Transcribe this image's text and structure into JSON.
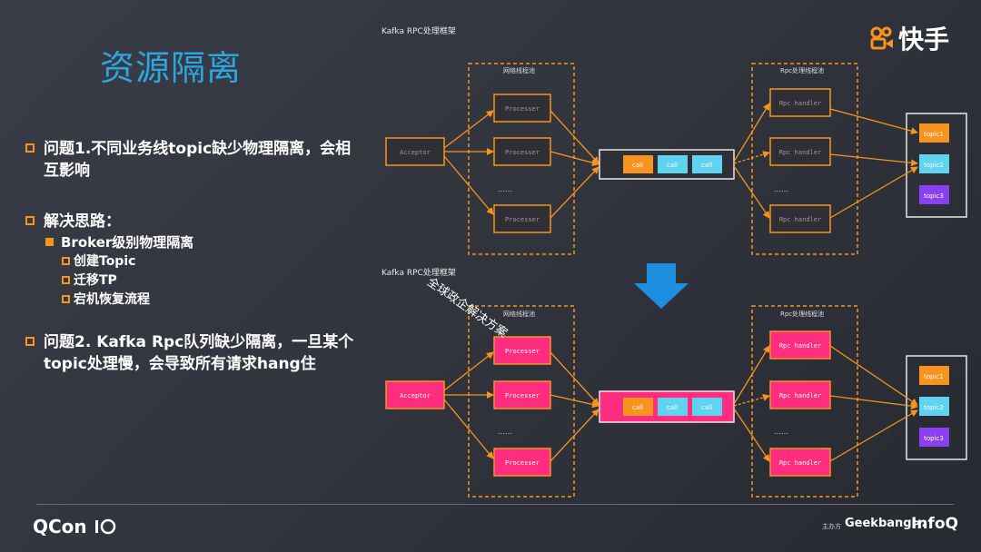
{
  "slide": {
    "title": "资源隔离",
    "logo_text": "快手",
    "bullets": {
      "q1": "问题1.不同业务线topic缺少物理隔离，会相互影响",
      "approach": "解决思路：",
      "broker": "Broker级别物理隔离",
      "sub": [
        "创建Topic",
        "迁移TP",
        "宕机恢复流程"
      ],
      "q2": "问题2. Kafka Rpc队列缺少隔离，一旦某个topic处理慢，会导致所有请求hang住"
    },
    "rotated_note": "全球政企解决方案",
    "footer": {
      "qcon": "QCon",
      "sponsor": "主办方",
      "geekbang": "Geekbang>.",
      "infoq": "InfoQ"
    }
  },
  "diagram": {
    "top_title": "Kafka RPC处理框架",
    "bottom_title": "Kafka RPC处理框架",
    "net_group_label": "网络线程池",
    "rpc_group_label": "Rpc处理线程池",
    "acceptor": "Acceptor",
    "processor": "Processer",
    "ellipsis": "……",
    "call": "call",
    "handler": "Rpc handler",
    "topics": [
      "topic1",
      "topic2",
      "topic3"
    ]
  },
  "colors": {
    "title": "#2aa6e0",
    "orange": "#f7941d",
    "pink": "#ff2d7f",
    "cyan": "#5fd3ef",
    "purple": "#8a3ff0",
    "arrow_blue": "#1e8fe0"
  }
}
